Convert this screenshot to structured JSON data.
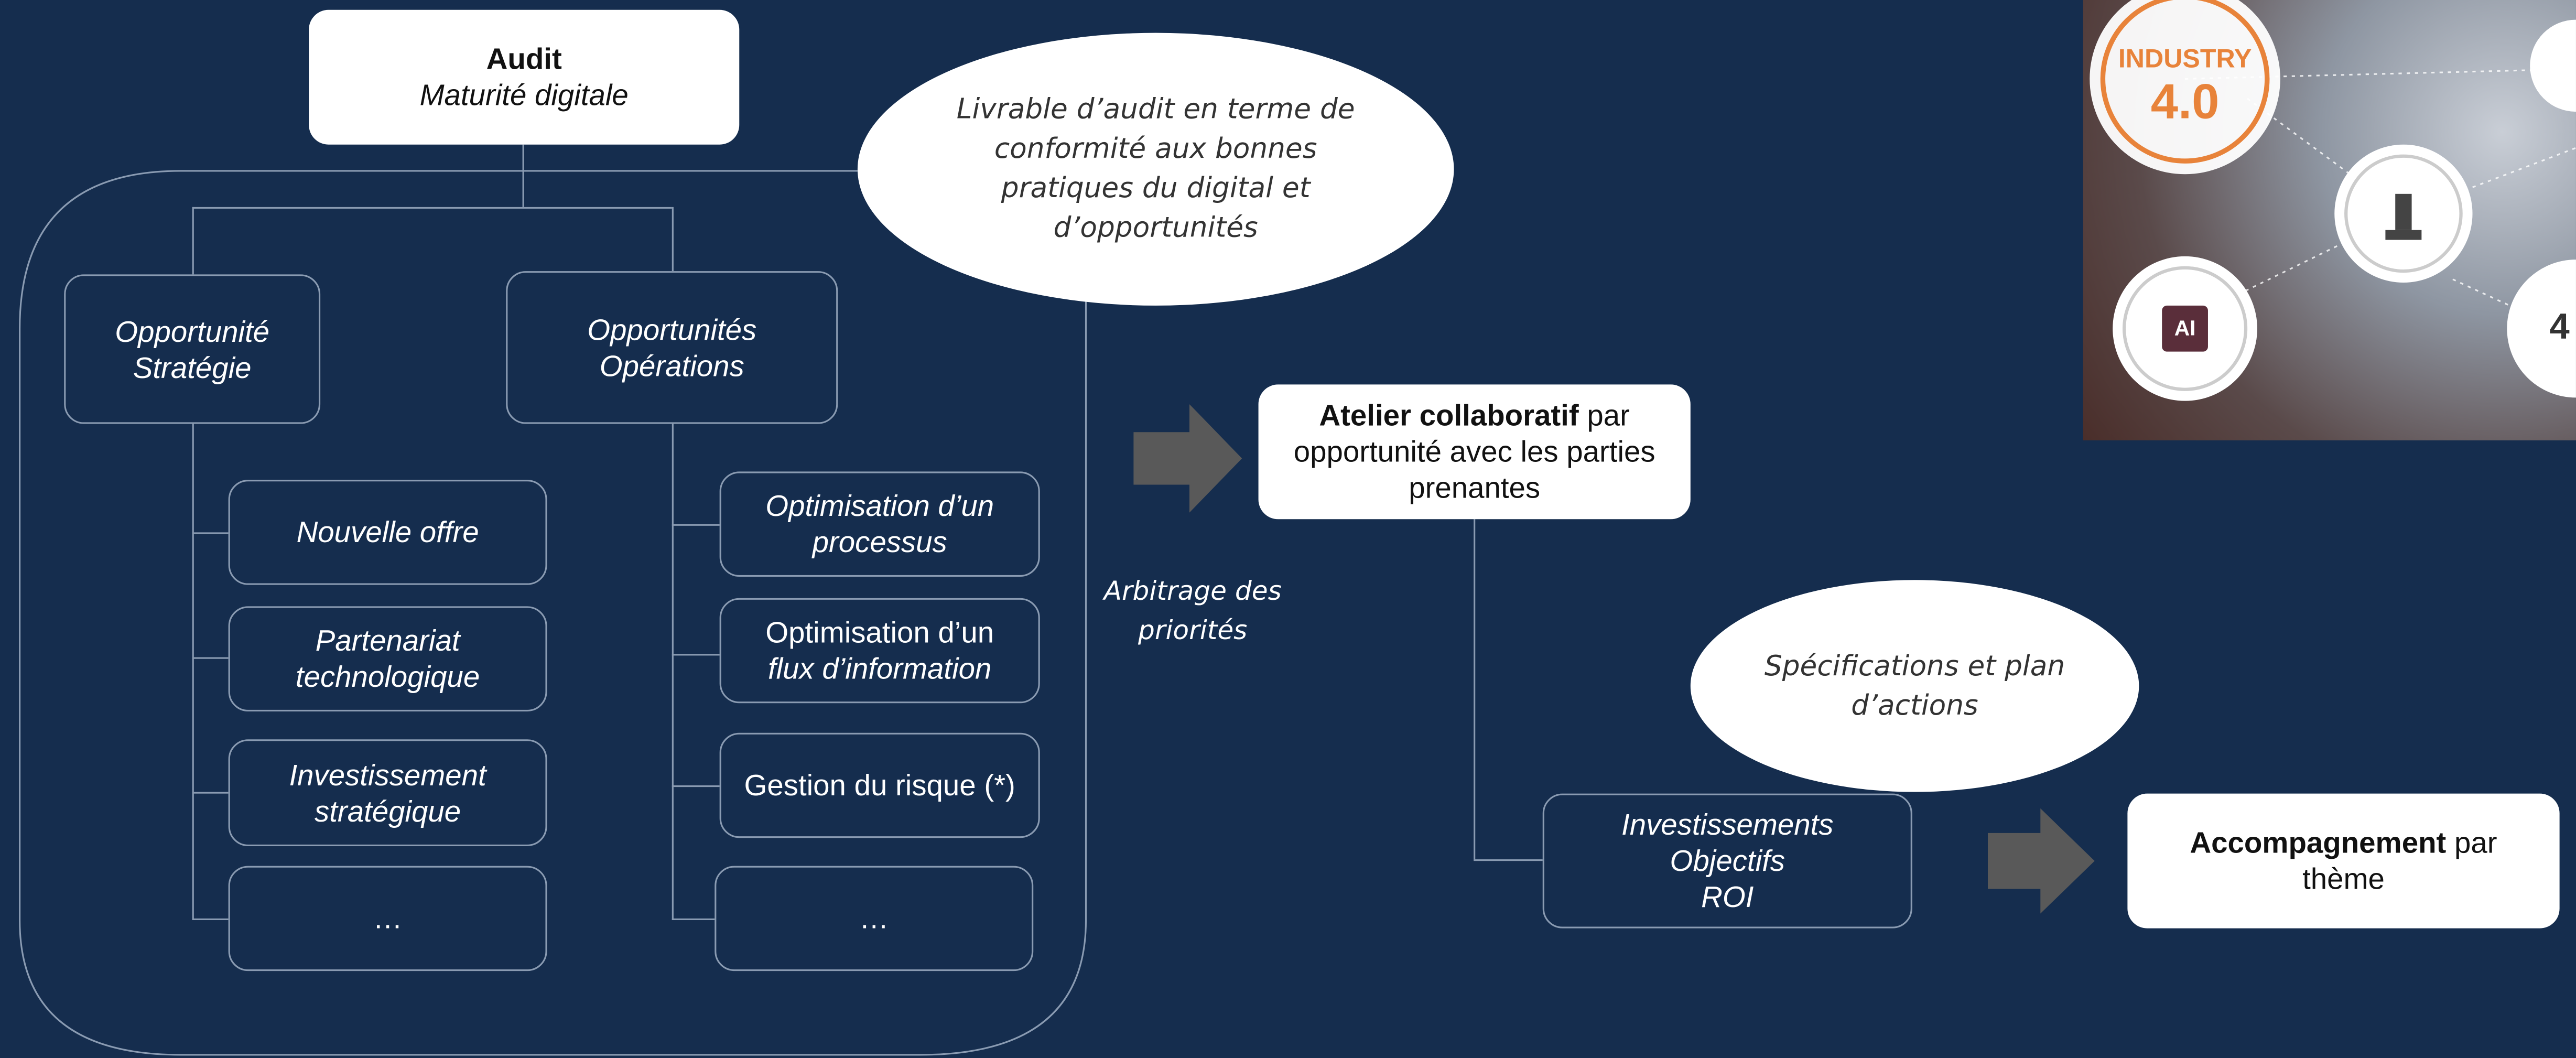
{
  "audit": {
    "title": "Audit",
    "subtitle": "Maturité digitale"
  },
  "livrable": [
    "Livrable d’audit en terme de",
    "conformité aux bonnes",
    "pratiques du digital  et",
    "d’opportunités"
  ],
  "strategie": {
    "header": [
      "Opportunité",
      "Stratégie"
    ],
    "items": [
      [
        "Nouvelle offre"
      ],
      [
        "Partenariat",
        "technologique"
      ],
      [
        "Investissement",
        "stratégique"
      ],
      [
        "…"
      ]
    ]
  },
  "operations": {
    "header": [
      "Opportunités",
      "Opérations"
    ],
    "items": [
      [
        "Optimisation d’un",
        "processus"
      ],
      [
        "Optimisation d’un",
        "flux d’information"
      ],
      [
        "Gestion du risque (*)"
      ],
      [
        "…"
      ]
    ]
  },
  "atelier": {
    "bold": "Atelier collaboratif",
    "rest1": " par",
    "line2": "opportunité avec les parties",
    "line3": "prenantes"
  },
  "arbitrage": [
    "Arbitrage des",
    "priorités"
  ],
  "specifications": [
    "Spécifications et plan",
    "d’actions"
  ],
  "investissements": [
    "Investissements",
    "Objectifs",
    "ROI"
  ],
  "accompagnement": {
    "bold": "Accompagnement",
    "rest1": " par",
    "line2": "thème"
  },
  "industry_image": {
    "badge_line1": "INDUSTRY",
    "badge_line2": "4.0",
    "ai_label": "AI",
    "edge_label": "4"
  },
  "colors": {
    "background": "#152d4e",
    "arrow": "#595959",
    "outline": "#8a9bb2",
    "accent_orange": "#e8833a"
  }
}
